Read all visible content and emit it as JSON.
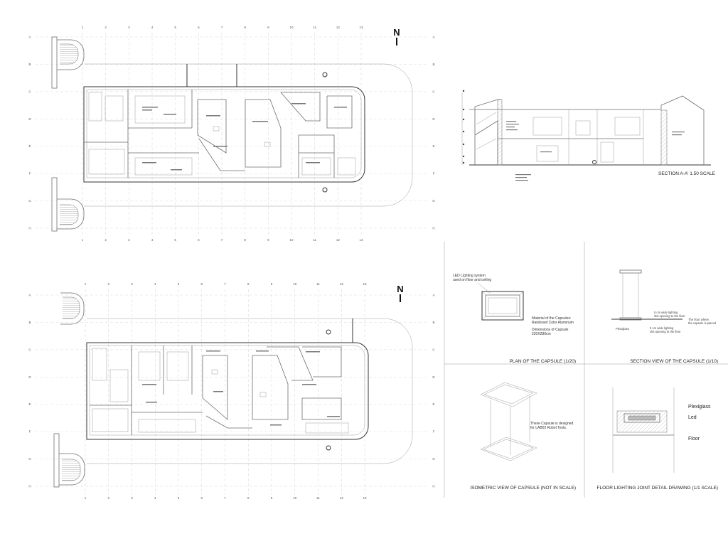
{
  "north_label": "N",
  "plan_grid": {
    "columns": [
      "1",
      "2",
      "3",
      "4",
      "5",
      "6",
      "7",
      "8",
      "9",
      "10",
      "11",
      "12",
      "13"
    ],
    "rows": [
      "A",
      "B",
      "C",
      "D",
      "E",
      "F",
      "G",
      "H"
    ]
  },
  "section": {
    "title": "SECTION A-A' 1.50 SCALE"
  },
  "capsule_plan": {
    "title": "PLAN OF THE CAPSULE (1/20)",
    "led_note_line1": "LED Lighting system",
    "led_note_line2": "used on floor and ceiling",
    "material_line1": "Material of the Capsules:",
    "material_line2": "Rainbowd Color Aluminum",
    "dimensions_line1": "Dimensions of Capsule",
    "dimensions_line2": "220X280cm"
  },
  "capsule_section": {
    "title": "SECTION VIEW OF THE CAPSULE (1/10)",
    "slot_line1": "5 cm wide lighting",
    "slot_line2": "slot opening to the floor",
    "floor_line1": "The floor where",
    "floor_line2": "the capsule is placed",
    "plexiglass": "Plexiglass",
    "slot2_line1": "5 cm wide lighting",
    "slot2_line2": "slot opening to the floor"
  },
  "capsule_iso": {
    "title": "ISOMETRIC VIEW OF CAPSULE (NOT IN SCALE)",
    "design_line1": "These Capsule is designed",
    "design_line2": "for LAB02 Robot Tests."
  },
  "joint_detail": {
    "title": "FLOOR LIGHTING JOINT DETAIL DRAWING (1/1 SCALE)",
    "plexiglass": "Plexiglass",
    "led": "Led",
    "floor": "Floor"
  }
}
